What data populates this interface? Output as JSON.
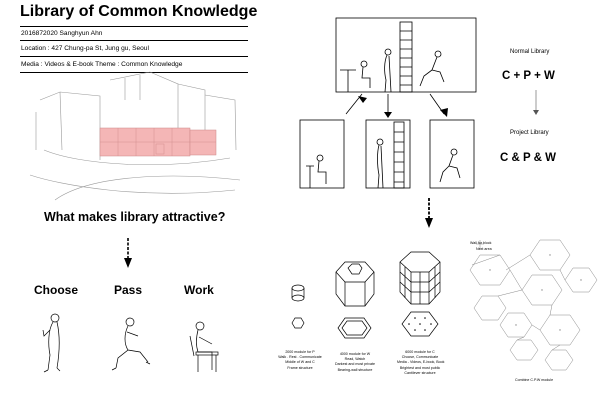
{
  "header": {
    "title": "Library of Common Knowledge",
    "student": "2016872020 Sanghyun Ahn",
    "location": "Location : 427 Chung-pa St, Jung gu, Seoul",
    "media_theme": "Media : Videos & E-book   Theme : Common Knowledge"
  },
  "question": "What makes library attractive?",
  "activities": [
    "Choose",
    "Pass",
    "Work"
  ],
  "comparison": {
    "normal_label": "Normal Library",
    "normal_formula": "C + P + W",
    "project_label": "Project Library",
    "project_formula": "C & P & W"
  },
  "modules": [
    {
      "lines": [
        "2000 module for P",
        "Walk . Rest . Communicate",
        "Middle of W and C",
        "Frame structure"
      ]
    },
    {
      "lines": [
        "4000 module for W",
        "Read, Watch",
        "Darkest and most private",
        "Bearing-wall structure"
      ]
    },
    {
      "lines": [
        "6000 module for C",
        "Choose, Communicate",
        "Media - Videos, E-book, Book",
        "Brightest and most public",
        "Cantilever structure"
      ]
    }
  ],
  "plan_notes": {
    "top": "Wall for block",
    "top2": "Next area",
    "caption": "Combine C.P.W module"
  },
  "colors": {
    "highlight": "#f4b6b6",
    "line": "#000000"
  }
}
